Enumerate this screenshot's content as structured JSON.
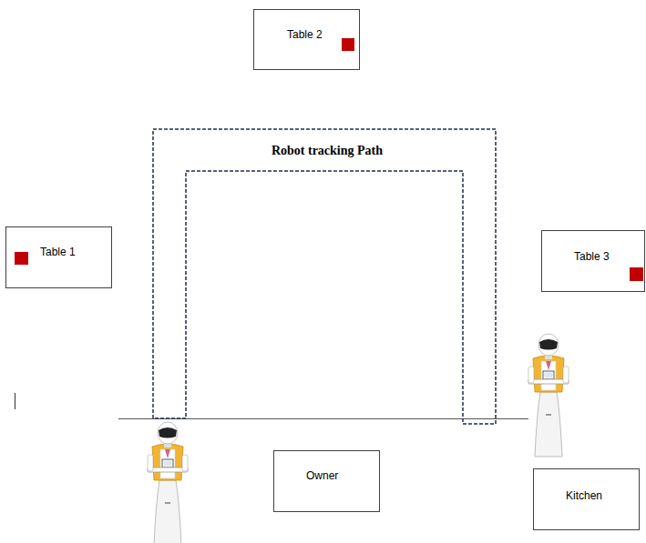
{
  "diagram": {
    "nodes": [
      {
        "text": [
          "Table 2"
        ]
      },
      {
        "text": [
          "Table 1"
        ]
      },
      {
        "text": [
          "Table 3"
        ]
      },
      {
        "text": [
          "Owner"
        ]
      },
      {
        "text": [
          "Kitchen"
        ]
      }
    ],
    "labels": [
      "Robot tracking Path"
    ]
  }
}
